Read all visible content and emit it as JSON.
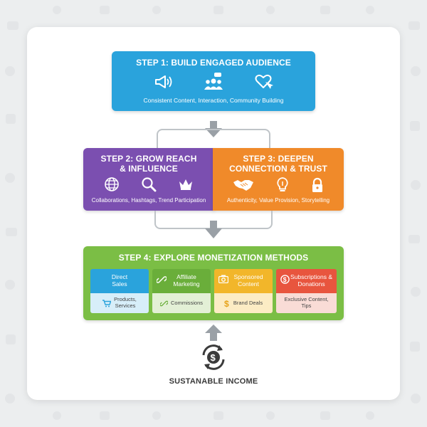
{
  "steps": {
    "step1": {
      "title": "STEP 1: BUILD ENGAGED AUDIENCE",
      "subtitle": "Consistent Content, Interaction, Community Building",
      "icons": [
        "megaphone-icon",
        "users-chat-icon",
        "heart-cursor-icon"
      ],
      "color": "#2aa3dc"
    },
    "step2": {
      "title_line1": "STEP 2: GROW REACH",
      "title_line2": "& INFLUENCE",
      "subtitle": "Collaborations, Hashtags, Trend Participation",
      "icons": [
        "globe-icon",
        "magnifier-icon",
        "crown-icon"
      ],
      "color": "#7b4fb0"
    },
    "step3": {
      "title_line1": "STEP 3: DEEPEN",
      "title_line2": "CONNECTION & TRUST",
      "subtitle": "Authenticity, Value Provision, Storytelling",
      "icons": [
        "handshake-icon",
        "lightbulb-icon",
        "padlock-icon"
      ],
      "color": "#f08a2a"
    },
    "step4": {
      "title": "STEP 4: EXPLORE MONETIZATION METHODS",
      "color": "#7bbe45",
      "methods": [
        {
          "title_line1": "Direct",
          "title_line2": "Sales",
          "detail_line1": "Products,",
          "detail_line2": "Services",
          "icon": "cart-icon",
          "color": "#2aa3dc"
        },
        {
          "title_line1": "Affiliate",
          "title_line2": "Marketing",
          "detail_line1": "Commissions",
          "detail_line2": "",
          "icon": "link-icon",
          "color": "#6aae3a"
        },
        {
          "title_line1": "Sponsored",
          "title_line2": "Content",
          "detail_line1": "Brand Deals",
          "detail_line2": "",
          "icon": "dollar-icon",
          "color": "#f2b62a"
        },
        {
          "title_line1": "Subscriptions &",
          "title_line2": "Donations",
          "detail_line1": "Exclusive Content,",
          "detail_line2": "Tips",
          "icon": "dollar-coin-icon",
          "color": "#e8553e"
        }
      ]
    }
  },
  "outcome": {
    "label": "SUSTANABLE INCOME",
    "icon": "recurring-dollar-icon"
  }
}
